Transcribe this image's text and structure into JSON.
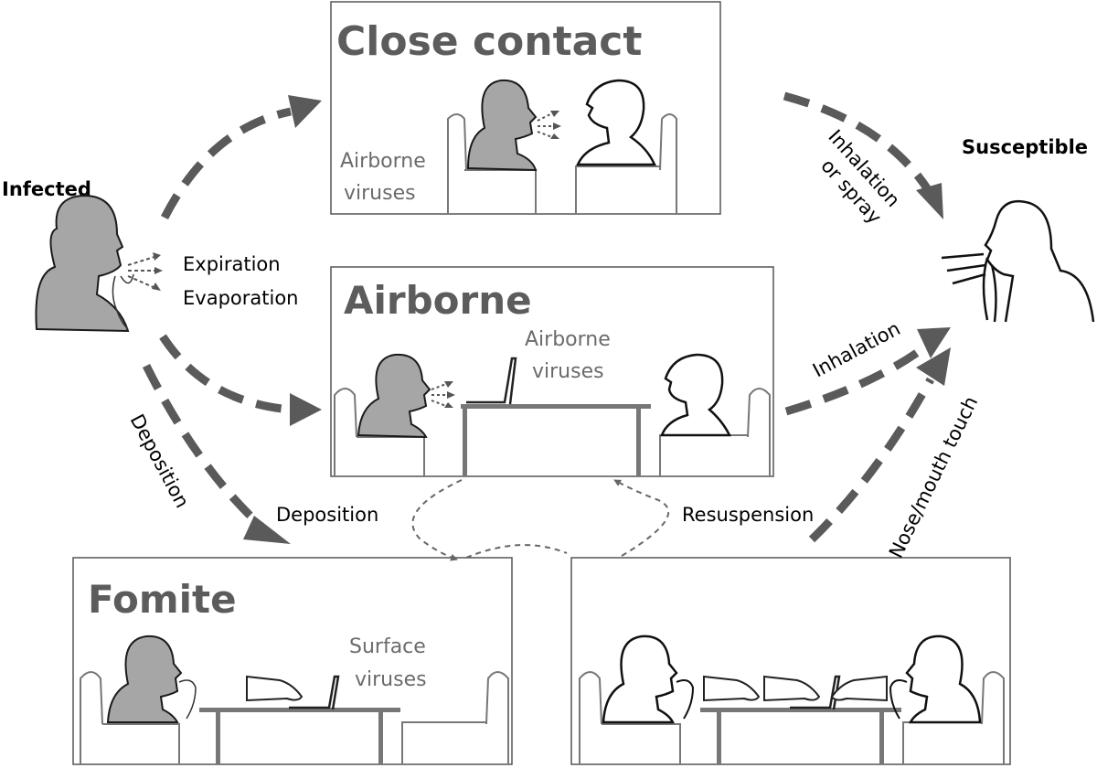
{
  "labels": {
    "infected": "Infected",
    "susceptible": "Susceptible",
    "expiration": "Expiration",
    "evaporation": "Evaporation",
    "deposition_left": "Deposition",
    "deposition_mid": "Deposition",
    "resuspension": "Resuspension",
    "inhalation_or_spray_1": "Inhalation",
    "inhalation_or_spray_2": "or spray",
    "inhalation": "Inhalation",
    "nose_mouth_touch": "Nose/mouth touch"
  },
  "panels": {
    "close_contact": {
      "title": "Close contact",
      "caption_1": "Airborne",
      "caption_2": "viruses"
    },
    "airborne": {
      "title": "Airborne",
      "caption_1": "Airborne",
      "caption_2": "viruses"
    },
    "fomite": {
      "title": "Fomite",
      "caption_1": "Surface",
      "caption_2": "viruses"
    },
    "resuspension_scene": {
      "title": ""
    }
  },
  "colors": {
    "arrow": "#5a5a5a",
    "infected_fill": "#a6a6a6",
    "outline": "#1a1a1a",
    "panel_border": "#555555",
    "title": "#5c5c5c",
    "caption": "#6b6b6b",
    "furniture": "#777777"
  }
}
